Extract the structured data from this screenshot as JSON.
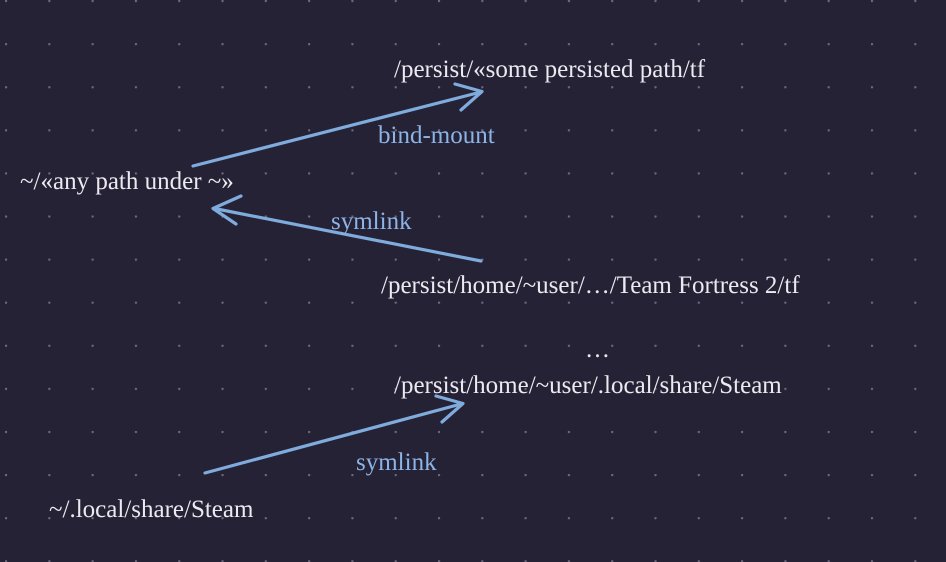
{
  "diagram": {
    "title": "persistence path mapping diagram",
    "background_color": "#252235",
    "dot_grid_color": "#6b6880",
    "node_text_color": "#ece9f0",
    "edge_color": "#7fabdd",
    "edge_label_color": "#8cb4e6",
    "nodes": [
      {
        "id": "persisted-path",
        "label": "/persist/«some persisted path/tf"
      },
      {
        "id": "home-any-path",
        "label": "~/«any path under ~»"
      },
      {
        "id": "persist-home-tf",
        "label": "/persist/home/~user/…/Team Fortress 2/tf"
      },
      {
        "id": "persist-home-steam",
        "label": "/persist/home/~user/.local/share/Steam"
      },
      {
        "id": "home-steam",
        "label": "~/.local/share/Steam"
      }
    ],
    "separator": {
      "id": "ellipsis",
      "label": "…"
    },
    "edges": [
      {
        "id": "bind-mount-edge",
        "label": "bind-mount",
        "from": "home-any-path",
        "to": "persisted-path"
      },
      {
        "id": "symlink-edge-tf",
        "label": "symlink",
        "from": "persist-home-tf",
        "to": "home-any-path"
      },
      {
        "id": "symlink-edge-steam",
        "label": "symlink",
        "from": "home-steam",
        "to": "persist-home-steam"
      }
    ]
  }
}
